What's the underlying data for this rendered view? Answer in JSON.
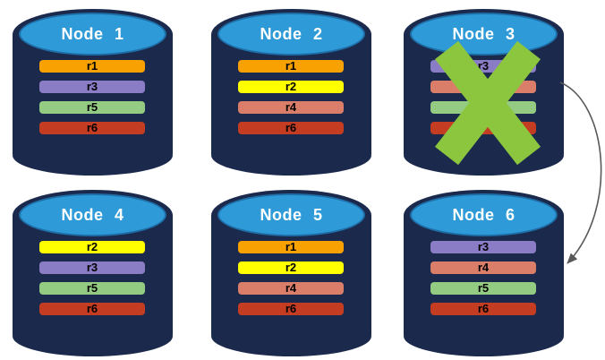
{
  "diagram": {
    "title_context": "database nodes with replicas, failed node redirects to replacement",
    "colors": {
      "background": "#FFFFFF",
      "cylinder_body": "#1B2A4C",
      "cylinder_top_fill": "#2E9BD8",
      "cylinder_top_border": "#1E6FA8",
      "title_text": "#FFFFFF",
      "bar_text": "#000000",
      "crash_x": "#8CC63F",
      "arrow": "#595959",
      "replica_r1": "#F8A102",
      "replica_r2": "#FFFF00",
      "replica_r3": "#8A7CC5",
      "replica_r4": "#DB7E69",
      "replica_r5": "#93CB83",
      "replica_r6": "#C43C22"
    },
    "nodes": [
      {
        "title": "Node 1",
        "crashed": false,
        "replicas": [
          {
            "label": "r1",
            "color": "#F8A102"
          },
          {
            "label": "r3",
            "color": "#8A7CC5"
          },
          {
            "label": "r5",
            "color": "#93CB83"
          },
          {
            "label": "r6",
            "color": "#C43C22"
          }
        ]
      },
      {
        "title": "Node 2",
        "crashed": false,
        "replicas": [
          {
            "label": "r1",
            "color": "#F8A102"
          },
          {
            "label": "r2",
            "color": "#FFFF00"
          },
          {
            "label": "r4",
            "color": "#DB7E69"
          },
          {
            "label": "r6",
            "color": "#C43C22"
          }
        ]
      },
      {
        "title": "Node 3",
        "crashed": true,
        "replicas": [
          {
            "label": "r3",
            "color": "#8A7CC5"
          },
          {
            "label": "",
            "color": "#DB7E69"
          },
          {
            "label": "",
            "color": "#93CB83"
          },
          {
            "label": "",
            "color": "#C43C22"
          }
        ]
      },
      {
        "title": "Node 4",
        "crashed": false,
        "replicas": [
          {
            "label": "r2",
            "color": "#FFFF00"
          },
          {
            "label": "r3",
            "color": "#8A7CC5"
          },
          {
            "label": "r5",
            "color": "#93CB83"
          },
          {
            "label": "r6",
            "color": "#C43C22"
          }
        ]
      },
      {
        "title": "Node 5",
        "crashed": false,
        "replicas": [
          {
            "label": "r1",
            "color": "#F8A102"
          },
          {
            "label": "r2",
            "color": "#FFFF00"
          },
          {
            "label": "r4",
            "color": "#DB7E69"
          },
          {
            "label": "r6",
            "color": "#C43C22"
          }
        ]
      },
      {
        "title": "Node 6",
        "crashed": false,
        "replicas": [
          {
            "label": "r3",
            "color": "#8A7CC5"
          },
          {
            "label": "r4",
            "color": "#DB7E69"
          },
          {
            "label": "r5",
            "color": "#93CB83"
          },
          {
            "label": "r6",
            "color": "#C43C22"
          }
        ]
      }
    ],
    "arrow": {
      "from": "Node 3",
      "to": "Node 6"
    }
  }
}
